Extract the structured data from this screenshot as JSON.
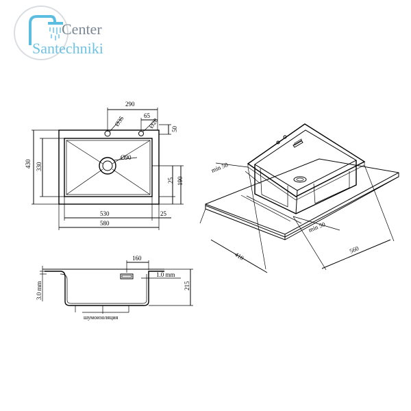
{
  "logo": {
    "line1": "Center",
    "line2": "Santechniki",
    "colors": {
      "circle": "#d9dde2",
      "line1": "#7b8793",
      "line2": "#6fc2e2",
      "shower": "#5bbde0"
    }
  },
  "top_view": {
    "dim_290": "290",
    "dim_d35": "Ø35",
    "dim_65": "65",
    "dim_d28": "Ø28",
    "dim_50": "50",
    "dim_430": "430",
    "dim_330": "330",
    "dim_d90": "Ø90",
    "dim_25_right": "25",
    "dim_190": "190",
    "dim_530": "530",
    "dim_25_bottom": "25",
    "dim_580": "580"
  },
  "section_view": {
    "dim_160": "160",
    "dim_1mm": "1.0 mm",
    "dim_3mm": "3.0 mm",
    "dim_215": "215",
    "label_insulation": "шумоизоляция"
  },
  "iso_view": {
    "dim_min50_top": "min 50",
    "dim_min50_bottom": "min 50",
    "dim_410": "410",
    "dim_560": "560"
  }
}
